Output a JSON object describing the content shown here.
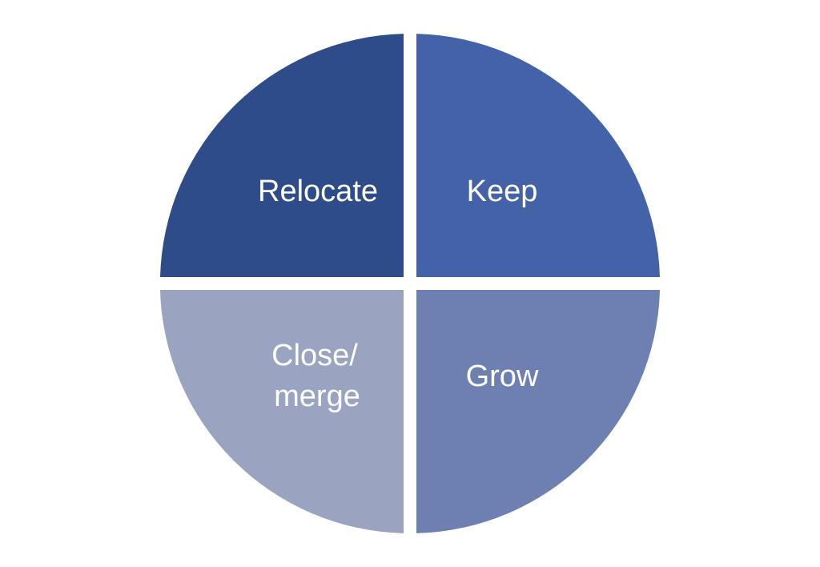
{
  "quadrants": {
    "top_left": {
      "lines": [
        "Relocate"
      ],
      "color": "#2e4c89"
    },
    "top_right": {
      "lines": [
        "Keep"
      ],
      "color": "#4462a8"
    },
    "bottom_left": {
      "lines": [
        "Close/",
        "merge"
      ],
      "color": "#9aa3c0"
    },
    "bottom_right": {
      "lines": [
        "Grow"
      ],
      "color": "#6e80b2"
    }
  },
  "background": "#ffffff"
}
